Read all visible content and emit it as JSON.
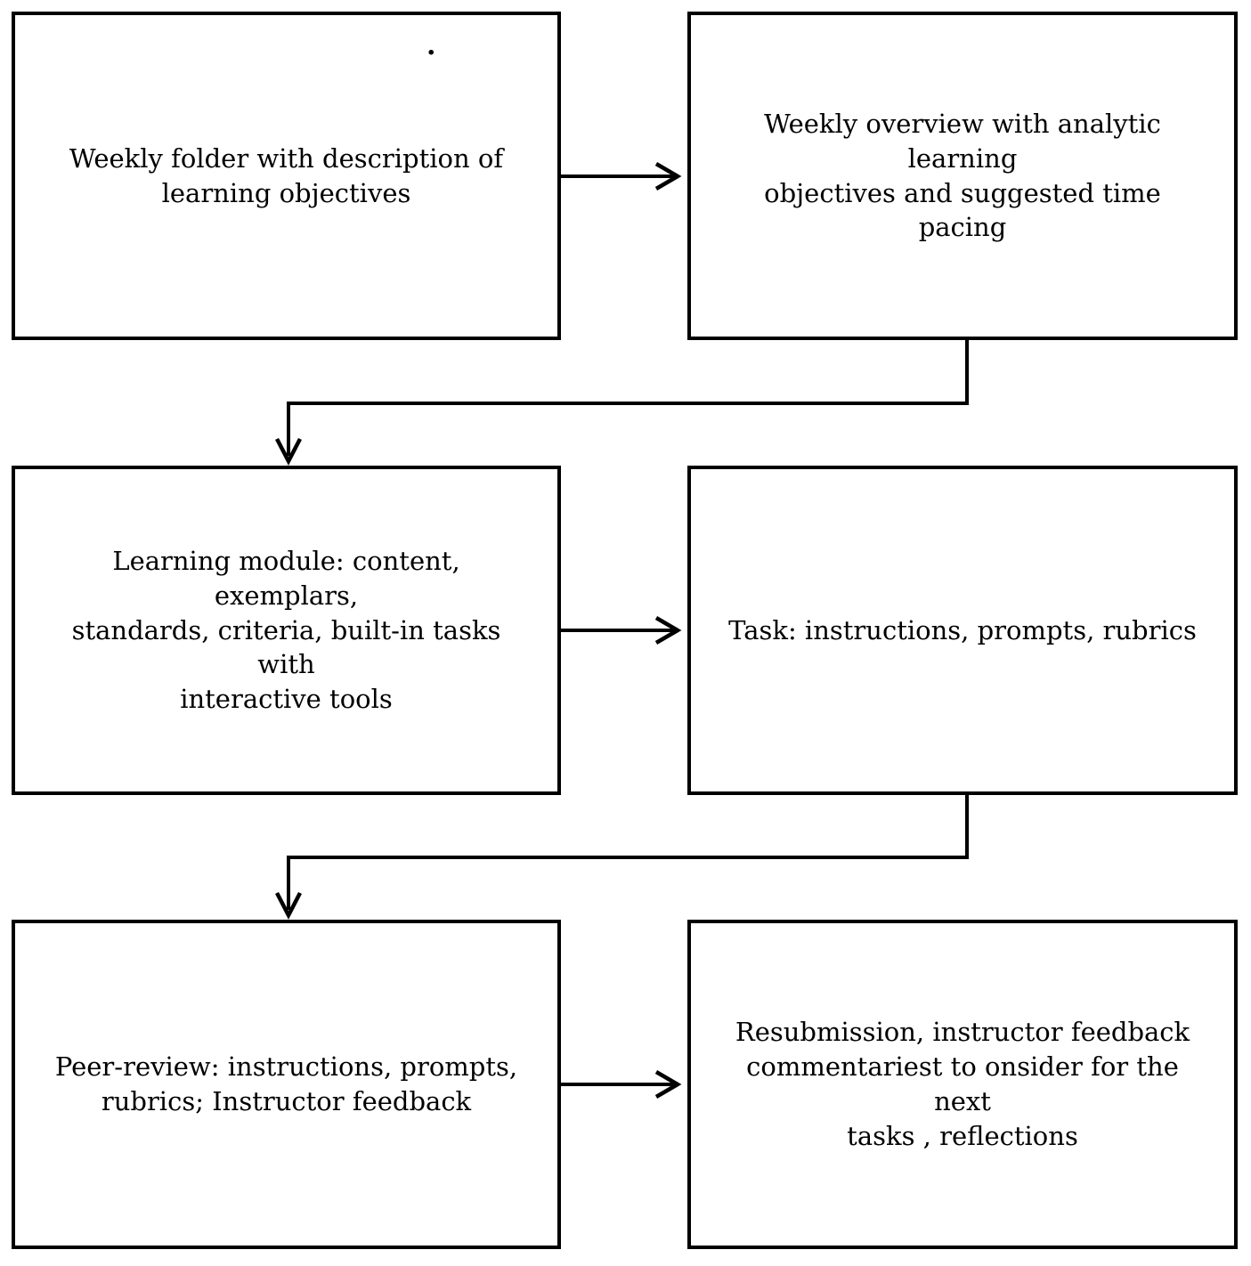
{
  "diagram": {
    "type": "flowchart",
    "background_color": "#ffffff",
    "stroke_color": "#000000",
    "text_color": "#000000",
    "stray_mark": ".",
    "boxes": [
      {
        "id": "weekly-folder",
        "text": "Weekly folder with description of\nlearning objectives"
      },
      {
        "id": "weekly-overview",
        "text": "Weekly overview with analytic learning\nobjectives and suggested time pacing"
      },
      {
        "id": "learning-module",
        "text": "Learning module: content, exemplars,\nstandards, criteria, built-in tasks with\ninteractive tools"
      },
      {
        "id": "task",
        "text": "Task: instructions, prompts, rubrics"
      },
      {
        "id": "peer-review",
        "text": "Peer-review: instructions, prompts,\nrubrics; Instructor feedback"
      },
      {
        "id": "resubmission",
        "text": "Resubmission, instructor feedback\ncommentariest to onsider for the next\ntasks , reflections"
      }
    ],
    "connectors": [
      {
        "from": "weekly-folder",
        "to": "weekly-overview",
        "shape": "straight-right"
      },
      {
        "from": "weekly-overview",
        "to": "learning-module",
        "shape": "elbow-down-left-down"
      },
      {
        "from": "learning-module",
        "to": "task",
        "shape": "straight-right"
      },
      {
        "from": "task",
        "to": "peer-review",
        "shape": "elbow-down-left-down"
      },
      {
        "from": "peer-review",
        "to": "resubmission",
        "shape": "straight-right"
      }
    ]
  }
}
